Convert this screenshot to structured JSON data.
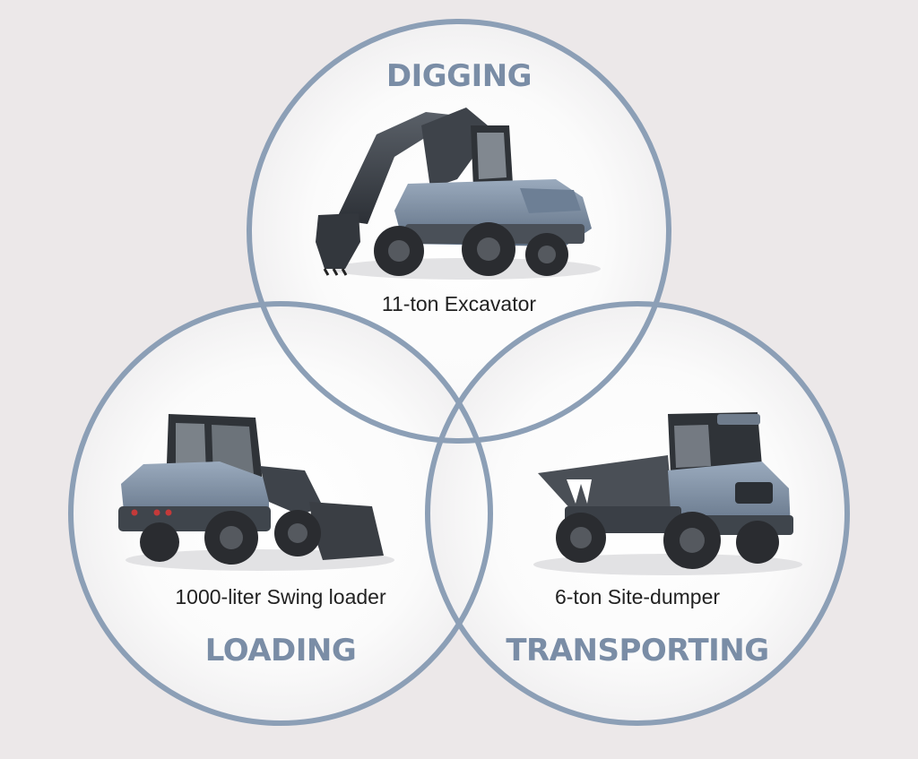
{
  "colors": {
    "background": "#ece8e9",
    "circle_stroke": "#8c9fb6",
    "title": "#7a8da6",
    "caption": "#222222",
    "machine_body_light": "#7d90a8",
    "machine_body_dark": "#3a3f46",
    "tyre": "#2a2c30"
  },
  "sections": [
    {
      "id": "digging",
      "title": "DIGGING",
      "caption": "11-ton Excavator",
      "machine_icon": "wheeled-excavator-icon"
    },
    {
      "id": "loading",
      "title": "LOADING",
      "caption": "1000-liter Swing loader",
      "machine_icon": "wheel-loader-icon"
    },
    {
      "id": "transporting",
      "title": "TRANSPORTING",
      "caption": "6-ton Site-dumper",
      "machine_icon": "site-dumper-icon"
    }
  ]
}
